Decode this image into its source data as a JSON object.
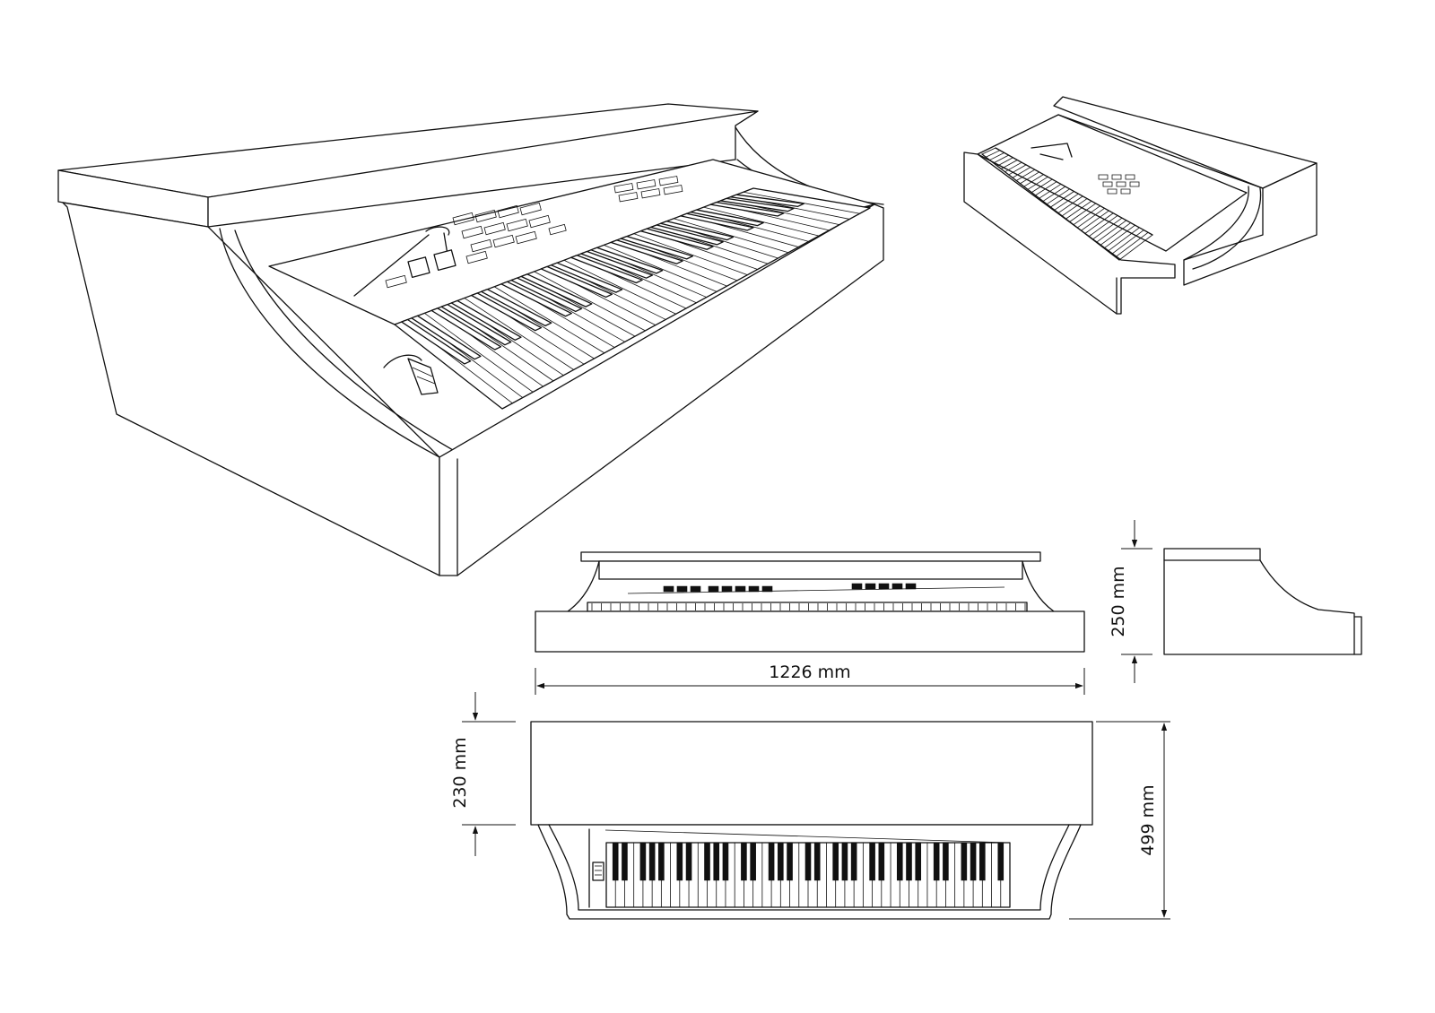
{
  "dimensions": {
    "width": "1226 mm",
    "height": "250 mm",
    "depth_total": "499 mm",
    "depth_front": "230 mm"
  },
  "views": {
    "main": "perspective-left",
    "small": "perspective-right",
    "front": "front-elevation",
    "side": "side-elevation",
    "top": "top-plan"
  },
  "colors": {
    "line": "#111111",
    "background": "#ffffff"
  }
}
